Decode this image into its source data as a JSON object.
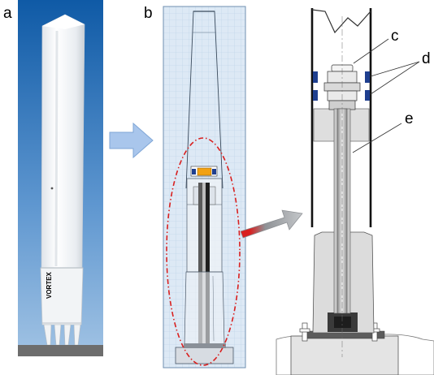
{
  "panels": {
    "a": {
      "label": "a",
      "logo_text": "VORTEX"
    },
    "b": {
      "label": "b"
    },
    "detail": {
      "callouts": [
        {
          "key": "c",
          "text": "c"
        },
        {
          "key": "d",
          "text": "d"
        },
        {
          "key": "e",
          "text": "e"
        }
      ]
    }
  },
  "colors": {
    "arrow_blue": "#a9c6ec",
    "highlight_red": "#d9201f",
    "connector_gray": "#8f9296",
    "damper_blue": "#1f3f8f",
    "magnet_orange": "#f2a113"
  }
}
